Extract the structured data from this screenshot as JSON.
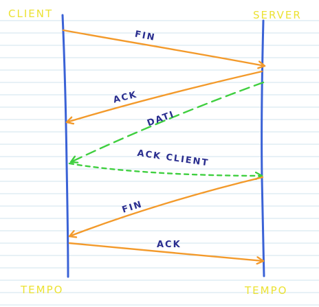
{
  "endpoints": {
    "left_top": "CLIENT",
    "right_top": "SERVER",
    "left_bottom": "TEMPO",
    "right_bottom": "TEMPO"
  },
  "colors": {
    "timeline": "#3a62d6",
    "control_message": "#f39a2b",
    "data_message": "#3fcf3f",
    "endpoint_label": "#ece233",
    "message_label": "#2a2e8f",
    "ruled_lines": "#cfe3ee"
  },
  "messages": [
    {
      "label": "FIN",
      "direction": "client-to-server",
      "style": "solid"
    },
    {
      "label": "ACK",
      "direction": "server-to-client",
      "style": "solid"
    },
    {
      "label": "DATI",
      "direction": "server-to-client",
      "style": "dashed"
    },
    {
      "label": "ACK CLIENT",
      "direction": "client-to-server",
      "style": "dotted"
    },
    {
      "label": "FIN",
      "direction": "server-to-client",
      "style": "solid"
    },
    {
      "label": "ACK",
      "direction": "client-to-server",
      "style": "solid"
    }
  ]
}
